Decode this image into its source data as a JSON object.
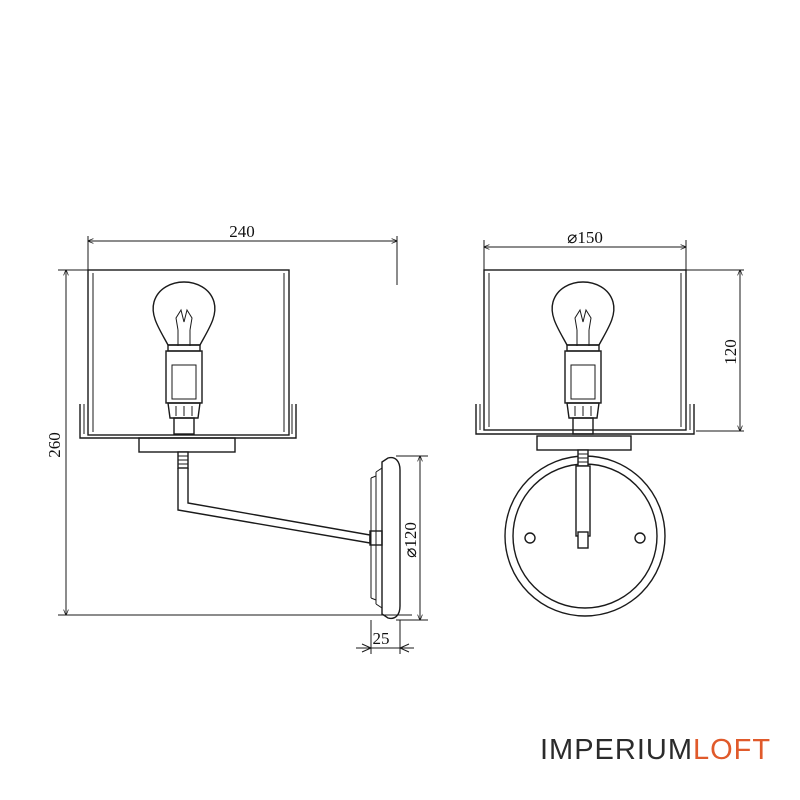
{
  "dimensions": {
    "width_side": "240",
    "height_total": "260",
    "diameter_shade": "⌀150",
    "height_shade": "120",
    "diameter_base": "⌀120",
    "depth_base": "25"
  },
  "brand": {
    "primary": "IMPERIUM",
    "accent": "LOFT",
    "primary_color": "#2b2b2b",
    "accent_color": "#e05a2b"
  }
}
